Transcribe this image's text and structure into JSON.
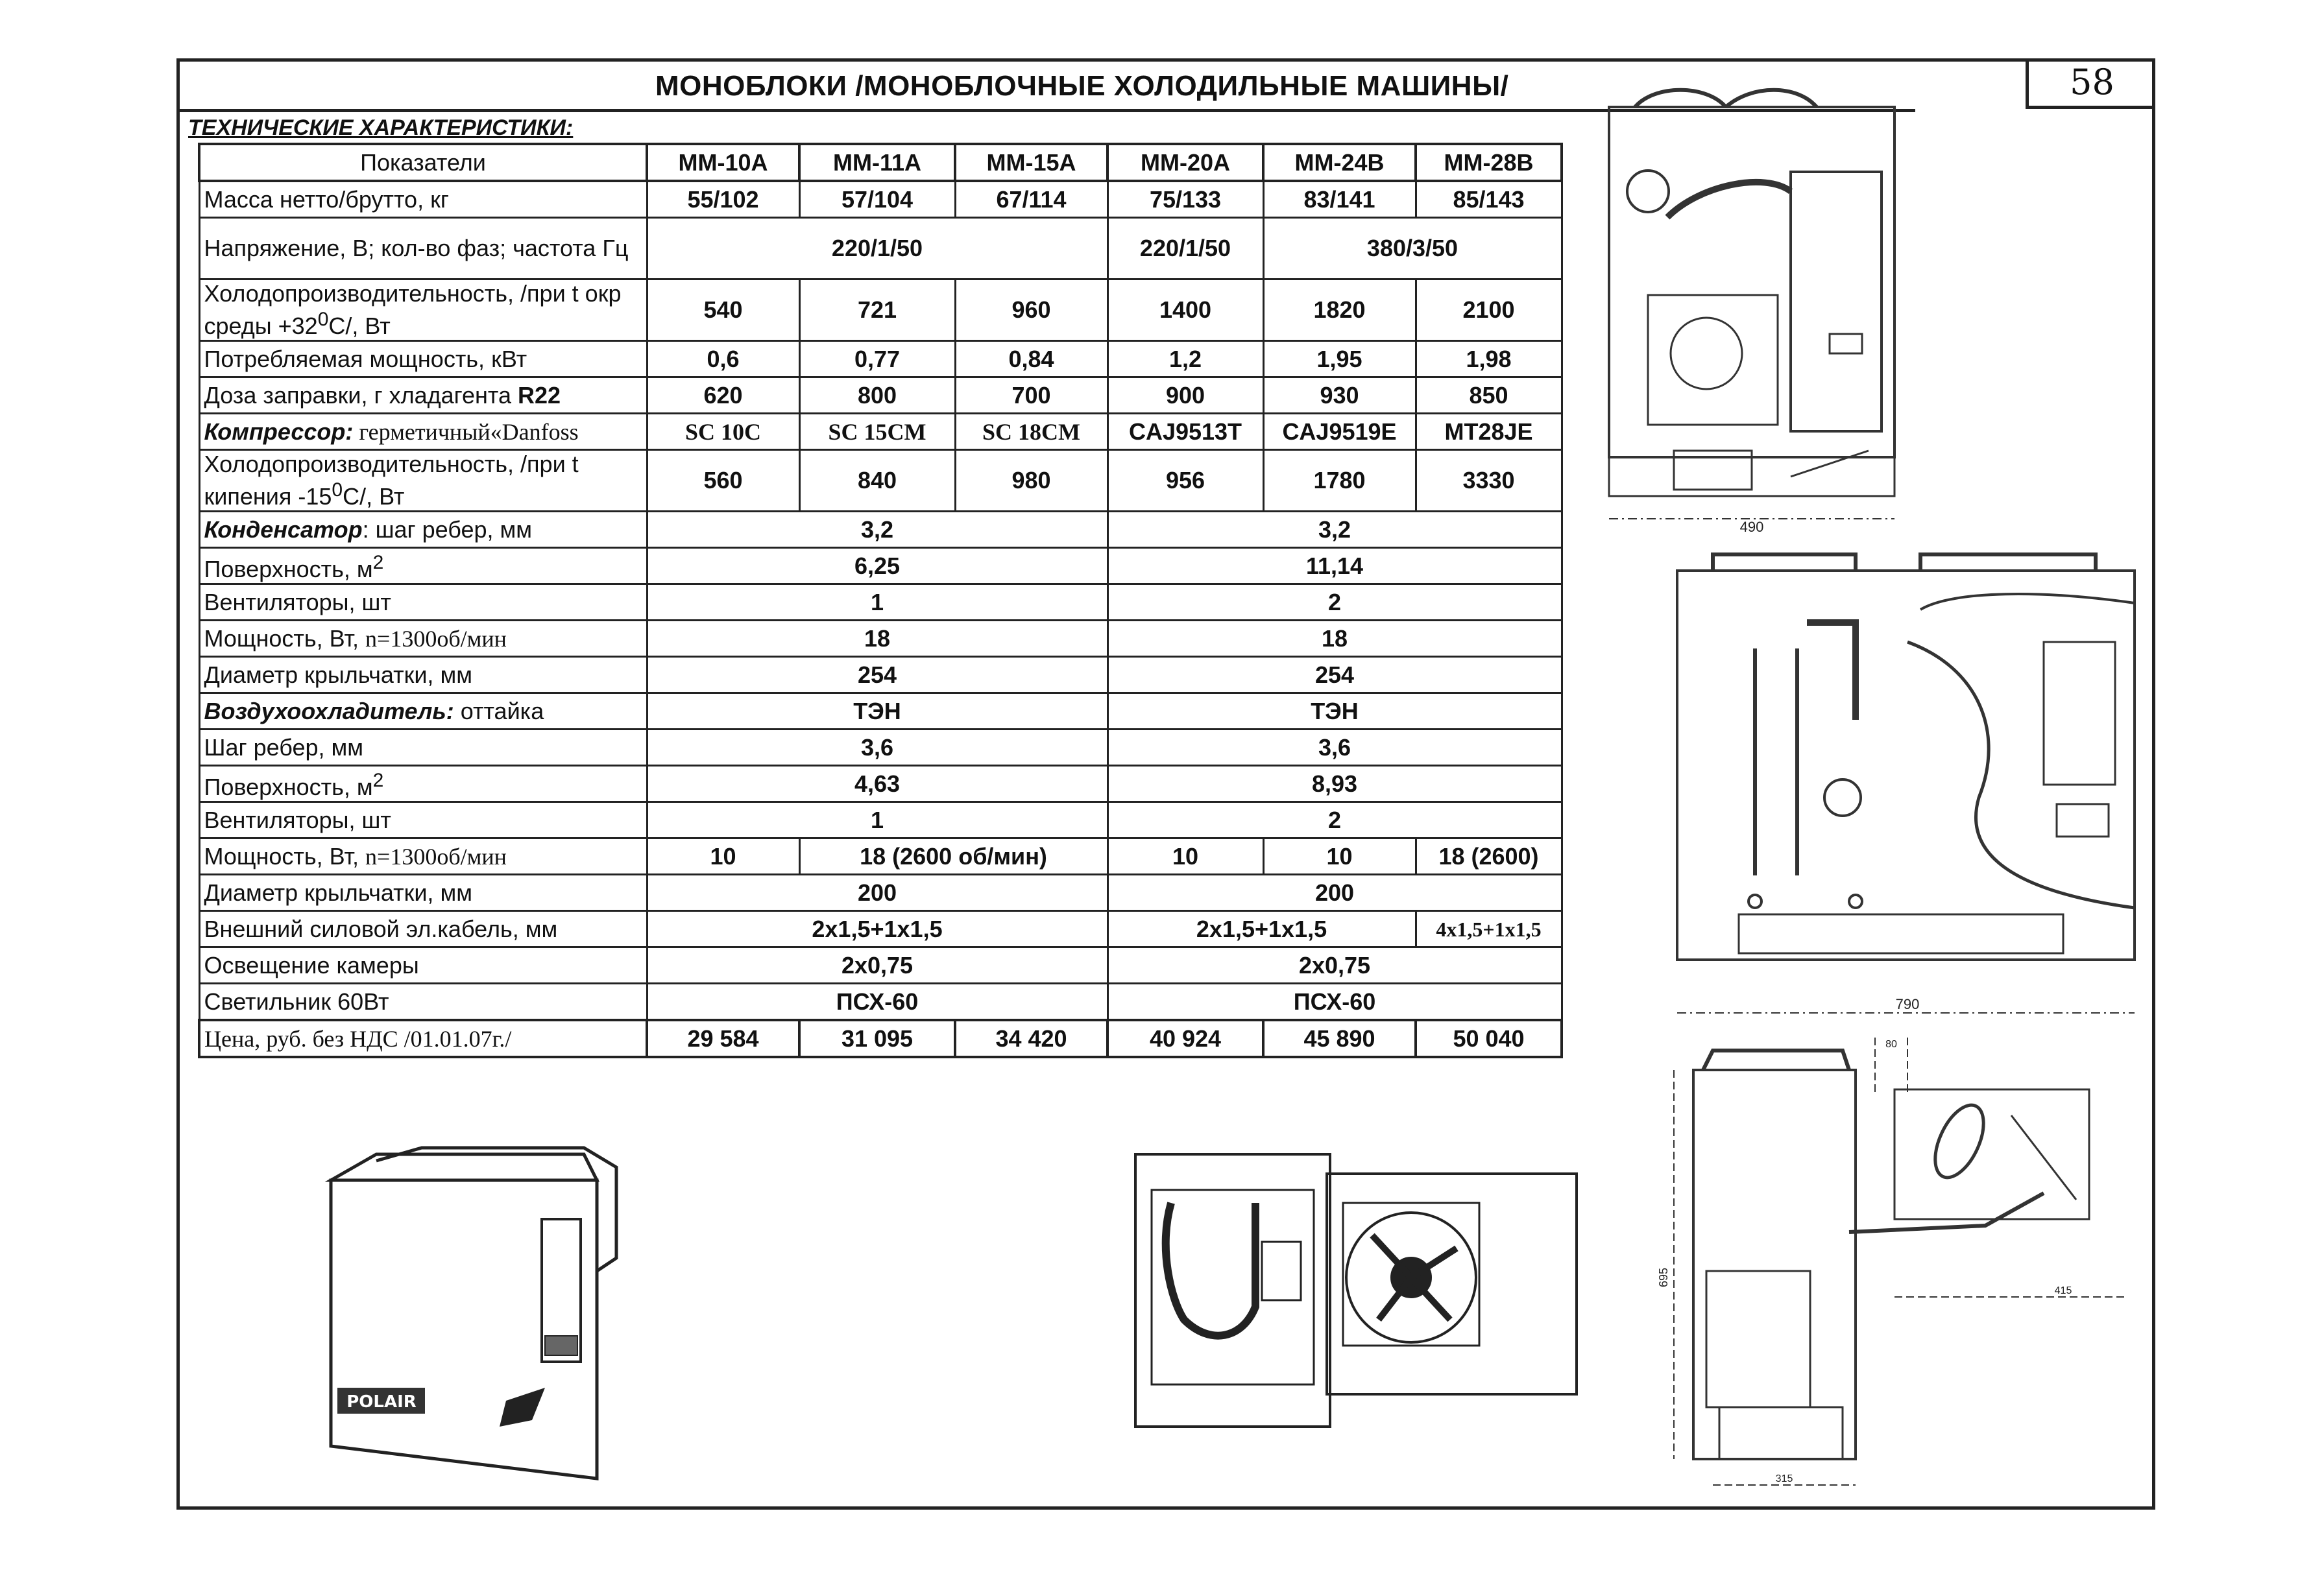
{
  "page": {
    "title": "МОНОБЛОКИ /МОНОБЛОЧНЫЕ ХОЛОДИЛЬНЫЕ МАШИНЫ/",
    "page_number": "58",
    "subtitle": "ТЕХНИЧЕСКИЕ ХАРАКТЕРИСТИКИ:"
  },
  "table": {
    "header": [
      "Показатели",
      "ММ-10А",
      "ММ-11А",
      "ММ-15А",
      "ММ-20А",
      "ММ-24В",
      "ММ-28В"
    ],
    "rows": {
      "mass": {
        "label": "Масса нетто/брутто, кг",
        "values": [
          "55/102",
          "57/104",
          "67/114",
          "75/133",
          "83/141",
          "85/143"
        ]
      },
      "voltage": {
        "label": "Напряжение, В; кол-во фаз; частота Гц",
        "values": [
          "220/1/50",
          "220/1/50",
          "380/3/50"
        ]
      },
      "cooling32": {
        "label_a": "Холодопроизводительность, /при t окр среды +32",
        "label_sup": "0",
        "label_b": "С/, Вт",
        "values": [
          "540",
          "721",
          "960",
          "1400",
          "1820",
          "2100"
        ]
      },
      "power": {
        "label": "Потребляемая мощность, кВт",
        "values": [
          "0,6",
          "0,77",
          "0,84",
          "1,2",
          "1,95",
          "1,98"
        ]
      },
      "charge": {
        "label": "Доза заправки, г хладагента ",
        "label_bold": "R22",
        "values": [
          "620",
          "800",
          "700",
          "900",
          "930",
          "850"
        ]
      },
      "compressor": {
        "label_italic": "Компрессор:",
        "label_rest": " герметичный«Danfoss",
        "values": [
          "SC 10C",
          "SC 15CM",
          "SC 18CM",
          "CAJ9513T",
          "CAJ9519E",
          "MT28JE"
        ]
      },
      "cooling15": {
        "label_a": "Холодопроизводительность, /при t кипения -15",
        "label_sup": "0",
        "label_b": "С/, Вт",
        "values": [
          "560",
          "840",
          "980",
          "956",
          "1780",
          "3330"
        ]
      },
      "cond_pitch": {
        "label_italic": "Конденсатор",
        "label_rest": ": шаг ребер, мм",
        "values": [
          "3,2",
          "3,2"
        ]
      },
      "cond_surface": {
        "label": "Поверхность, м",
        "label_sup": "2",
        "values": [
          "6,25",
          "11,14"
        ]
      },
      "cond_fans": {
        "label": "Вентиляторы, шт",
        "values": [
          "1",
          "2"
        ]
      },
      "cond_fan_power": {
        "label": "Мощность, Вт, ",
        "label_serif": "n=1300об/мин",
        "values": [
          "18",
          "18"
        ]
      },
      "cond_impeller": {
        "label": "Диаметр крыльчатки, мм",
        "values": [
          "254",
          "254"
        ]
      },
      "air_cooler": {
        "label_italic": "Воздухоохладитель:",
        "label_rest": " оттайка",
        "values": [
          "ТЭН",
          "ТЭН"
        ]
      },
      "ac_pitch": {
        "label": "Шаг ребер, мм",
        "values": [
          "3,6",
          "3,6"
        ]
      },
      "ac_surface": {
        "label": "Поверхность, м",
        "label_sup": "2",
        "values": [
          "4,63",
          "8,93"
        ]
      },
      "ac_fans": {
        "label": "Вентиляторы, шт",
        "values": [
          "1",
          "2"
        ]
      },
      "ac_fan_power": {
        "label": "Мощность, Вт, ",
        "label_serif": "n=1300об/мин",
        "values": [
          "10",
          "18 (2600 об/мин)",
          "10",
          "10",
          "18 (2600)"
        ]
      },
      "ac_impeller": {
        "label": "Диаметр крыльчатки, мм",
        "values": [
          "200",
          "200"
        ]
      },
      "cable": {
        "label": "Внешний силовой эл.кабель, мм",
        "values": [
          "2х1,5+1х1,5",
          "2х1,5+1х1,5",
          "4х1,5+1х1,5"
        ]
      },
      "lighting": {
        "label": "Освещение камеры",
        "values": [
          "2х0,75",
          "2х0,75"
        ]
      },
      "lamp": {
        "label": "Светильник 60Вт",
        "values": [
          "ПСХ-60",
          "ПСХ-60"
        ]
      },
      "price": {
        "label": "Цена, руб. без НДС /01.01.07г./",
        "values": [
          "29 584",
          "31 095",
          "34 420",
          "40 924",
          "45 890",
          "50 040"
        ]
      }
    }
  },
  "drawings": {
    "unit_photo_brand": "POLAIR",
    "dim_490": "490",
    "dim_790": "790",
    "dim_80": "80",
    "dim_695": "695",
    "dim_415": "415",
    "dim_315": "315"
  }
}
